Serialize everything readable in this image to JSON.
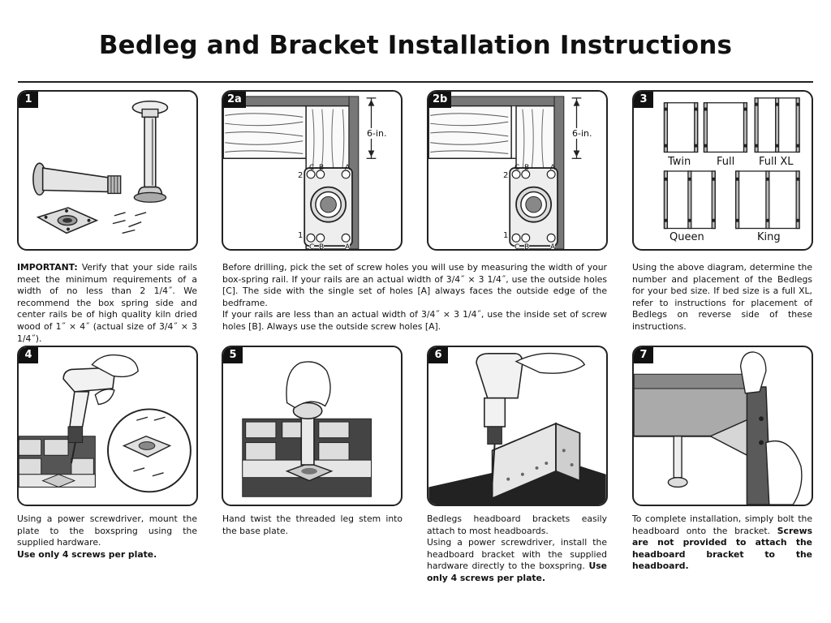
{
  "title": "Bedleg and Bracket Installation Instructions",
  "steps": {
    "s1": {
      "label": "1"
    },
    "s2a": {
      "label": "2a",
      "dim": "6-in.",
      "hole_c": "C",
      "hole_b": "B",
      "hole_a": "A",
      "row_2": "2",
      "row_1": "1"
    },
    "s2b": {
      "label": "2b",
      "dim": "6-in.",
      "hole_c": "C",
      "hole_b": "B",
      "hole_a": "A",
      "row_2": "2",
      "row_1": "1"
    },
    "s3": {
      "label": "3",
      "twin": "Twin",
      "full": "Full",
      "full_xl": "Full XL",
      "queen": "Queen",
      "king": "King"
    },
    "s4": {
      "label": "4"
    },
    "s5": {
      "label": "5"
    },
    "s6": {
      "label": "6"
    },
    "s7": {
      "label": "7"
    }
  },
  "captions": {
    "c1": {
      "bold": "IMPORTANT:",
      "text": " Verify that your side rails meet the minimum requirements of a width of no less than 2 1/4˝. We recommend the box spring side and center rails be of high quality kiln dried wood of 1˝ × 4˝ (actual size of 3/4˝ × 3 1/4˝)."
    },
    "c2": {
      "p1": "Before drilling, pick the set of screw holes you will use by measuring the width of your box-spring rail. If your rails are an actual width of 3/4˝ × 3 1/4˝, use the outside holes [C]. The side with the single set of holes [A] always faces the outside edge of the bedframe.",
      "p2": "If your rails are less than an actual width of 3/4˝ × 3 1/4˝, use the inside set of screw holes [B]. Always use the outside screw holes [A]."
    },
    "c3": {
      "text": "Using the above diagram, determine the number and placement of the Bedlegs for your bed size. If bed size is a full XL, refer to instructions for placement of Bedlegs on reverse side of these instructions."
    },
    "c4": {
      "text": "Using a power screwdriver, mount the plate to the boxspring using the supplied hardware.",
      "bold": "Use only 4 screws per plate."
    },
    "c5": {
      "text": "Hand twist the threaded leg stem into the base plate."
    },
    "c6": {
      "p1": "Bedlegs headboard brackets easily attach to most headboards.",
      "p2": "Using a power screwdriver, install the headboard bracket with the supplied hardware directly to the boxspring.",
      "bold": "Use only 4 screws per plate."
    },
    "c7": {
      "text": "To complete installation, simply bolt the headboard onto the bracket.",
      "bold": "Screws are not provided to attach the headboard bracket to the headboard."
    }
  }
}
